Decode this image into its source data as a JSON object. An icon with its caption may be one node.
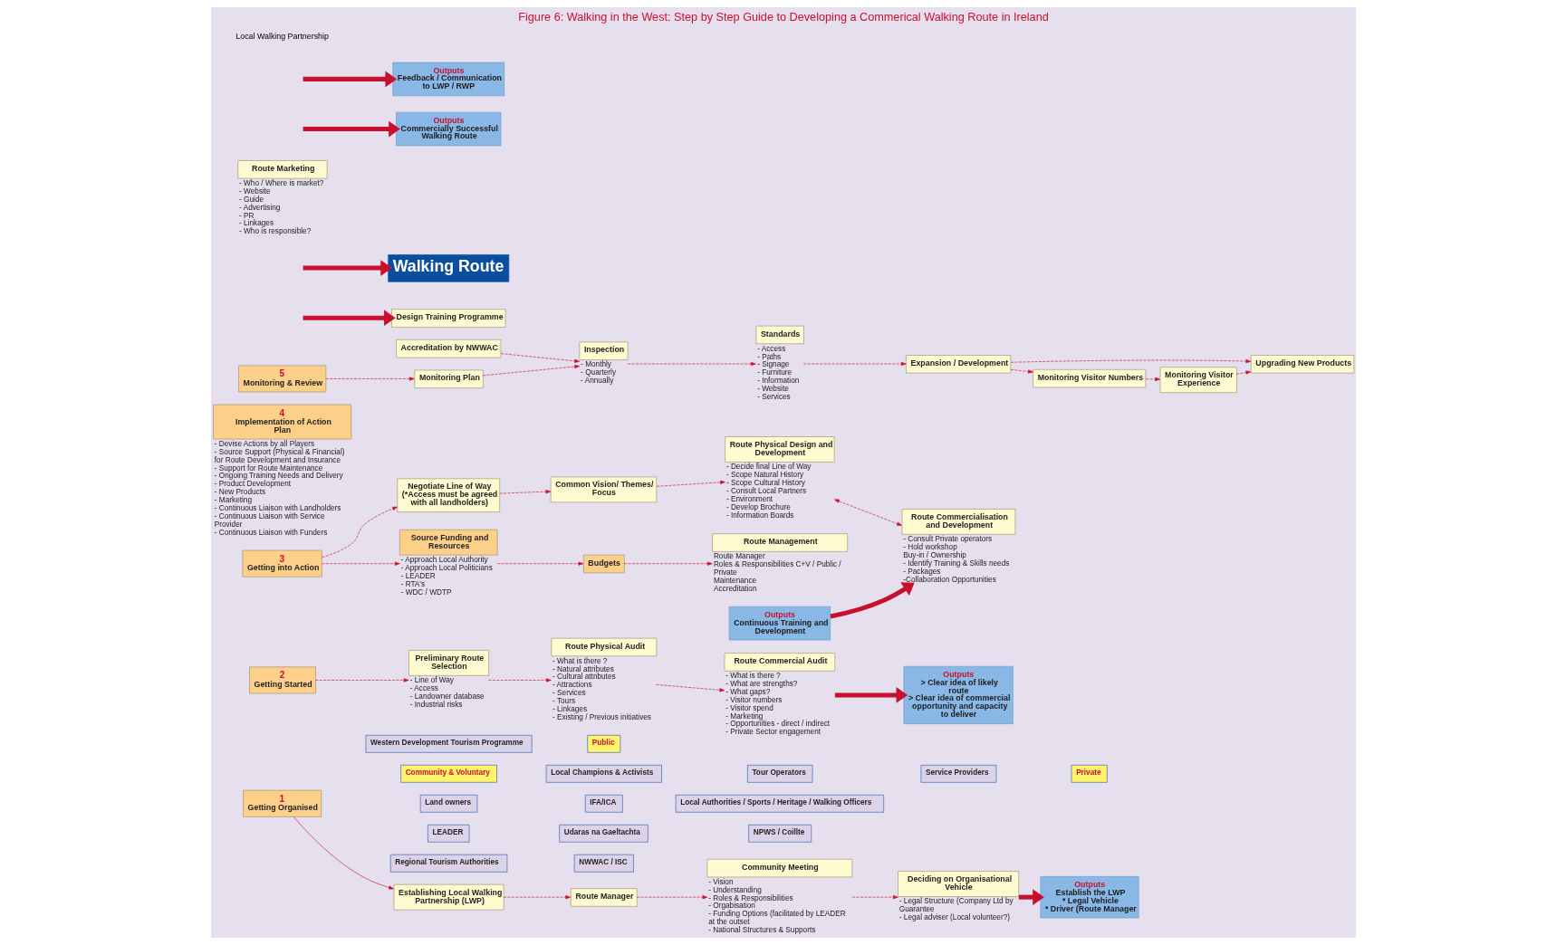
{
  "diagram": {
    "title": "Figure 6: Walking in the West: Step by Step Guide to Developing a Commerical Walking Route in Ireland",
    "nodes": [
      {
        "text": [
          "1",
          "Getting Organised"
        ]
      },
      {
        "text": [
          "Establishing Local Walking Partnership (LWP)"
        ]
      },
      {
        "text": [
          "Route Manager"
        ]
      },
      {
        "text": [
          "Community Meeting"
        ],
        "beside": [
          "- Vision",
          "- Understanding",
          "- Roles & Responsibilities",
          "- Orgabisation",
          "- Funding Options (facilitated by LEADER at the outset",
          "- National Structures & Supports"
        ]
      },
      {
        "text": [
          "Deciding on Organisational Vehicle"
        ],
        "beside": [
          "- Legal Structure (Company Ltd by Guarantee",
          "- Legal adviser (Local volunteer?)"
        ]
      },
      {
        "text": [
          "Outputs",
          "Establish the LWP",
          "* Legal Vehicle",
          "* Driver (Route Manager"
        ]
      },
      {
        "text": [
          "Community & Voluntary"
        ]
      },
      {
        "text": [
          "Local Champions & Activists"
        ]
      },
      {
        "text": [
          "Tour Operators"
        ]
      },
      {
        "text": [
          "Service Providers"
        ]
      },
      {
        "text": [
          "Private"
        ]
      },
      {
        "text": [
          "Land owners"
        ]
      },
      {
        "text": [
          "IFA/ICA"
        ]
      },
      {
        "text": [
          "Local Authorities / Sports / Heritage / Walking Officers"
        ]
      },
      {
        "text": [
          "LEADER"
        ]
      },
      {
        "text": [
          "Udaras na Gaeltachta"
        ]
      },
      {
        "text": [
          "NPWS / Coillte"
        ]
      },
      {
        "text": [
          "Regional Tourism Authorities"
        ]
      },
      {
        "text": [
          "NWWAC / ISC"
        ]
      },
      {
        "text": [
          "Western Development Tourism Programme"
        ]
      },
      {
        "text": [
          "Public"
        ]
      },
      {
        "text": [
          "2",
          "Getting Started"
        ]
      },
      {
        "text": [
          "Preliminary Route Selection"
        ],
        "beside": [
          "- Line of Way",
          "- Access",
          "- Landowner database",
          "- Industrial risks"
        ]
      },
      {
        "text": [
          "Route Physical Audit"
        ],
        "beside": [
          "- What is there ?",
          "- Natural attributes",
          "- Cultural attributes",
          "- Attractions",
          "- Services",
          "- Tours",
          "- Linkages",
          "- Existing / Previous initiatives"
        ]
      },
      {
        "text": [
          "Route Commercial Audit"
        ],
        "beside": [
          "- What is there ?",
          "- What are strengths?",
          "- What gaps?",
          "- Visitor numbers",
          "- Visitor spend",
          "- Marketing",
          "- Opportunities - direct / indirect",
          "- Private Sector engagement"
        ]
      },
      {
        "text": [
          "Outputs",
          "> Clear idea of likely route",
          "> Clear idea of commercial opportunity and capacity to deliver"
        ]
      },
      {
        "text": [
          "3",
          "Getting into Action"
        ]
      },
      {
        "text": [
          "Negotiate Line of Way (*Access must be agreed with all landholders)"
        ]
      },
      {
        "text": [
          "Common Vision/ Themes/ Focus"
        ]
      },
      {
        "text": [
          "Route Physical Design and Development"
        ],
        "beside": [
          "- Decide final Line of Way",
          "- Scope Natural History",
          "- Scope Cultural History",
          "- Consult Local Partners",
          "- Environment",
          "- Develop Brochure",
          "- Information Boards"
        ]
      },
      {
        "text": [
          "Route Commercialisation and Development"
        ],
        "beside": [
          "- Consult Private operators",
          "- Hold workshop",
          "Buy-in / Ownership",
          "- Identify Training & Skills needs",
          "- Packages",
          "-Collaboration Opportunities"
        ]
      },
      {
        "text": [
          "Outputs",
          "Continuous Training and Development"
        ]
      },
      {
        "text": [
          "Design Training Programme"
        ]
      },
      {
        "text": [
          "Source Funding and Resources"
        ],
        "beside": [
          "- Approach Local Authority",
          "- Approach Local Politicians",
          "- LEADER",
          "- RTA's",
          "- WDC / WDTP"
        ]
      },
      {
        "text": [
          "Walking Route"
        ]
      },
      {
        "text": [
          "Budgets"
        ]
      },
      {
        "text": [
          "4",
          "Implementation of Action Plan"
        ],
        "beside": [
          "- Devise Actions by all Players",
          "- Source Support (Physical & Financial) for Route Development and Insurance",
          "- Support for Route Maintenance",
          "- Ongoing Training Needs and Delivery",
          "- Product Development",
          "- New Products",
          "- Marketing",
          "- Continuous Liaison with Landholders",
          "- Continuous Liaison with Service Provider",
          "- Continuous Liaison with Funders"
        ]
      },
      {
        "text": [
          "Route Management"
        ],
        "beside": [
          "Route Manager",
          "Roles & Responsibilities C+V / Public / Private",
          "Maintenance",
          "Accreditation"
        ]
      },
      {
        "text": [
          "Route Marketing"
        ],
        "beside": [
          "- Who / Where is market?",
          "- Website",
          "- Guide",
          "- Advertising",
          "- PR",
          "- Linkages",
          "- Who is responsible?"
        ]
      },
      {
        "text": [
          "Outputs",
          "Commercially Successful Walking Route"
        ]
      },
      {
        "text": [
          "5",
          "Monitoring & Review"
        ]
      },
      {
        "text": [
          "Monitoring Plan"
        ]
      },
      {
        "text": [
          "Standards"
        ],
        "beside": [
          "- Access",
          "- Paths",
          "- Signage",
          "- Furniture",
          "- Information",
          "- Website",
          "- Services"
        ]
      },
      {
        "text": [
          "Expansion / Development"
        ]
      },
      {
        "text": [
          "Upgrading New Products"
        ]
      },
      {
        "text": [
          "Outputs",
          "Feedback / Communication to LWP / RWP"
        ]
      },
      {
        "text": [
          "Accreditation by NWWAC"
        ]
      },
      {
        "text": [
          "Inspection"
        ],
        "beside": [
          "- Monthly",
          "- Quarterly",
          "- Annually"
        ]
      },
      {
        "text": [
          "Monitoring Visitor Numbers"
        ]
      },
      {
        "text": [
          "Monitoring Visitor Experience"
        ]
      }
    ],
    "edges": [
      {
        "from": 0,
        "to": 1,
        "arrow": "to"
      },
      {
        "from": 1,
        "to": 2,
        "arrow": "to",
        "style": "dashed"
      },
      {
        "from": 2,
        "to": 3,
        "arrow": "to",
        "style": "dashed"
      },
      {
        "from": 3,
        "to": 4,
        "arrow": "to",
        "style": "dashed"
      },
      {
        "from": 4,
        "to": 5,
        "arrow": "to",
        "style": "thick"
      },
      {
        "from": 21,
        "to": 22,
        "arrow": "to",
        "style": "dashed"
      },
      {
        "from": 22,
        "to": 23,
        "arrow": "to",
        "style": "dashed"
      },
      {
        "from": 23,
        "to": 24,
        "arrow": "to",
        "style": "dashed"
      },
      {
        "from": 24,
        "to": 25,
        "arrow": "to",
        "style": "thick"
      },
      {
        "from": 26,
        "to": 27,
        "arrow": "to",
        "style": "dashed"
      },
      {
        "from": 27,
        "to": 28,
        "arrow": "to",
        "style": "dashed"
      },
      {
        "from": 28,
        "to": 29,
        "arrow": "to",
        "style": "dashed"
      },
      {
        "from": 29,
        "to": 30,
        "arrow": "both",
        "style": "dashed"
      },
      {
        "from": 31,
        "to": 30,
        "arrow": "to",
        "style": "thick"
      },
      {
        "from": null,
        "to": 32,
        "arrow": "to",
        "style": "thick"
      },
      {
        "from": 26,
        "to": 33,
        "arrow": "to",
        "style": "dashed"
      },
      {
        "from": null,
        "to": 34,
        "arrow": "to",
        "style": "thick"
      },
      {
        "from": 33,
        "to": 35,
        "arrow": "to",
        "style": "dashed"
      },
      {
        "from": 35,
        "to": 37,
        "arrow": "to",
        "style": "dashed"
      },
      {
        "from": null,
        "to": 39,
        "arrow": "to",
        "style": "thick"
      },
      {
        "from": 40,
        "to": 41,
        "arrow": "to",
        "style": "dashed"
      },
      {
        "from": 41,
        "to": 47,
        "arrow": "to",
        "style": "dashed"
      },
      {
        "from": 46,
        "to": 47,
        "arrow": "to",
        "style": "dashed"
      },
      {
        "from": 47,
        "to": 42,
        "arrow": "to",
        "style": "dashed"
      },
      {
        "from": 42,
        "to": 43,
        "arrow": "to",
        "style": "dashed"
      },
      {
        "from": 43,
        "to": 44,
        "arrow": "to",
        "style": "dashed"
      },
      {
        "from": 43,
        "to": 48,
        "arrow": "to",
        "style": "dashed"
      },
      {
        "from": 48,
        "to": 49,
        "arrow": "to",
        "style": "dashed"
      },
      {
        "from": 49,
        "to": 44,
        "arrow": "to",
        "style": "dashed"
      },
      {
        "from": null,
        "to": 45,
        "arrow": "to",
        "style": "thick"
      }
    ],
    "labels": [
      "Local Walking Partnership"
    ]
  }
}
